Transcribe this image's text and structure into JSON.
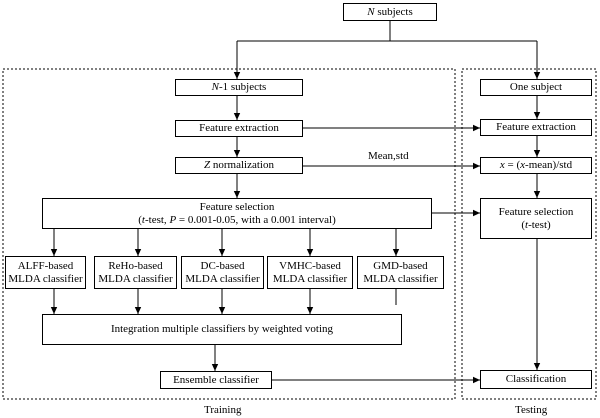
{
  "nodes": {
    "n_subjects": {
      "prefix": "",
      "italic": "N",
      "suffix": " subjects"
    },
    "n1_subjects": {
      "prefix": "",
      "italic": "N",
      "suffix": "-1 subjects"
    },
    "feature_extraction_train": "Feature extraction",
    "z_normalization": {
      "prefix": "",
      "italic": "Z",
      "suffix": " normalization"
    },
    "feature_selection_train": {
      "line1": "Feature selection",
      "line2_a": "(",
      "line2_t": "t",
      "line2_b": "-test, ",
      "line2_p": "P",
      "line2_c": " = 0.001-0.05, with a 0.001 interval)"
    },
    "classifiers": [
      {
        "line1": "ALFF-based",
        "line2": "MLDA classifier"
      },
      {
        "line1": "ReHo-based",
        "line2": "MLDA classifier"
      },
      {
        "line1": "DC-based",
        "line2": "MLDA classifier"
      },
      {
        "line1": "VMHC-based",
        "line2": "MLDA classifier"
      },
      {
        "line1": "GMD-based",
        "line2": "MLDA classifier"
      }
    ],
    "integration": "Integration multiple classifiers by weighted voting",
    "ensemble": "Ensemble classifier",
    "one_subject": "One subject",
    "feature_extraction_test": "Feature extraction",
    "normalize_formula": {
      "x": "x",
      "eq": " = (",
      "x2": "x",
      "rest": "-mean)/std"
    },
    "feature_selection_test": {
      "line1": "Feature selection",
      "line2_a": "(",
      "line2_t": "t",
      "line2_b": "-test)"
    },
    "classification": "Classification"
  },
  "edge_labels": {
    "mean_std": "Mean,std"
  },
  "groups": {
    "training": "Training",
    "testing": "Testing"
  }
}
